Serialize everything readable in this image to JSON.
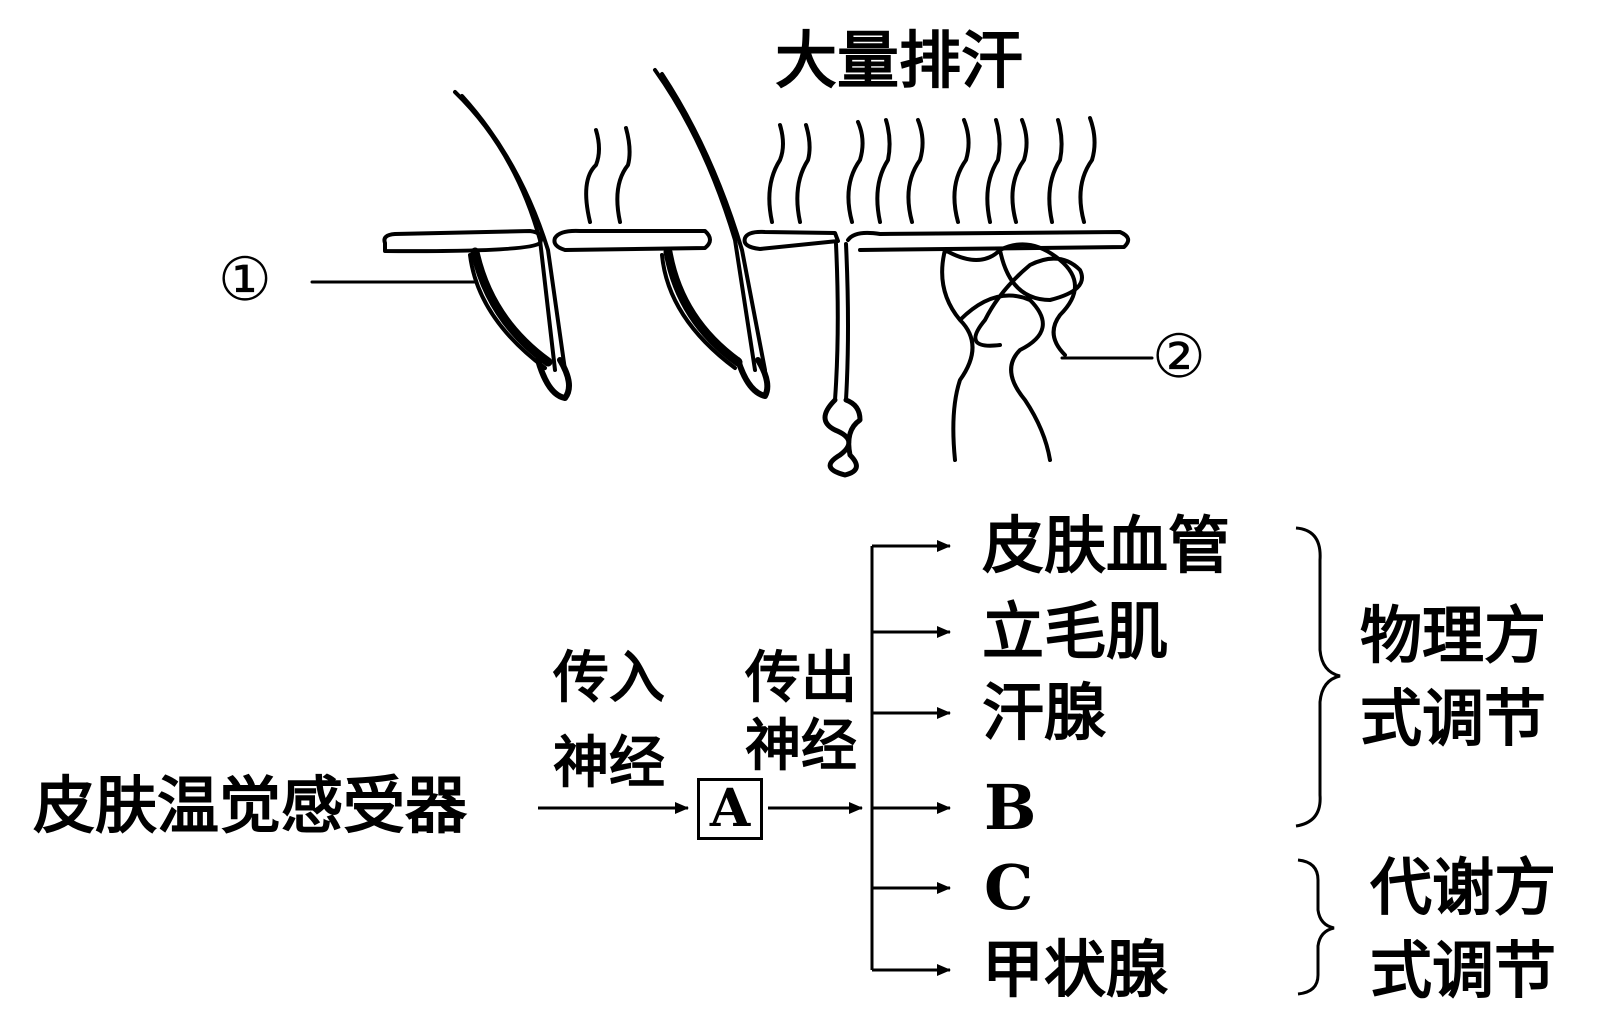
{
  "illustration": {
    "title": "大量排汗",
    "label_1": "①",
    "label_2": "②"
  },
  "flowchart": {
    "source": "皮肤温觉感受器",
    "afferent_line1": "传入",
    "afferent_line2": "神经",
    "center_box": "A",
    "efferent_line1": "传出",
    "efferent_line2": "神经",
    "targets": [
      "皮肤血管",
      "立毛肌",
      "汗腺",
      "B",
      "C",
      "甲状腺"
    ],
    "group_physical": {
      "line1": "物理方",
      "line2": "式调节"
    },
    "group_metabolic": {
      "line1": "代谢方",
      "line2": "式调节"
    }
  }
}
